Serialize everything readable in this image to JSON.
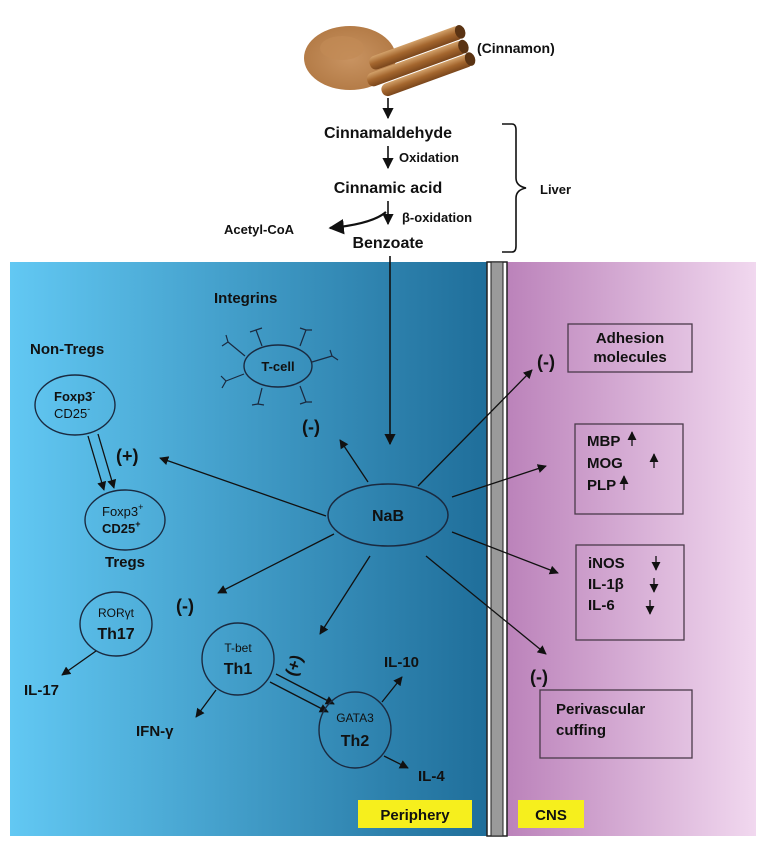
{
  "top": {
    "cinnamon_label": "(Cinnamon)",
    "cinnamaldehyde": "Cinnamaldehyde",
    "oxidation": "Oxidation",
    "cinnamic_acid": "Cinnamic acid",
    "beta_oxidation": "β-oxidation",
    "acetyl_coa": "Acetyl-CoA",
    "benzoate": "Benzoate",
    "liver": "Liver"
  },
  "periphery": {
    "integrins": "Integrins",
    "tcell": "T-cell",
    "tcell_effect": "(-)",
    "non_tregs": "Non-Tregs",
    "nontreg_foxp3": "Foxp3",
    "nontreg_foxp3_sup": "-",
    "nontreg_cd25": "CD25",
    "nontreg_cd25_sup": "-",
    "treg_effect": "(+)",
    "treg_foxp3": "Foxp3",
    "treg_foxp3_sup": "+",
    "treg_cd25": "CD25",
    "treg_cd25_sup": "+",
    "tregs": "Tregs",
    "nab": "NaB",
    "th17_factor": "RORγt",
    "th17": "Th17",
    "th17_effect": "(-)",
    "il17": "IL-17",
    "th1_factor": "T-bet",
    "th1": "Th1",
    "ifng": "IFN-γ",
    "th2_effect": "(+)",
    "th2_factor": "GATA3",
    "th2": "Th2",
    "il10": "IL-10",
    "il4": "IL-4",
    "label": "Periphery"
  },
  "cns": {
    "adhesion_effect": "(-)",
    "adhesion_line1": "Adhesion",
    "adhesion_line2": "molecules",
    "mbp": "MBP",
    "mog": "MOG",
    "plp": "PLP",
    "inos": "iNOS",
    "il1b": "IL-1β",
    "il6": "IL-6",
    "cuffing_effect": "(-)",
    "cuffing_line1": "Perivascular",
    "cuffing_line2": "cuffing",
    "label": "CNS"
  },
  "colors": {
    "periphery_light": "#62c8f3",
    "periphery_dark": "#1f6e9a",
    "cns_dark": "#bb82ba",
    "cns_light": "#f1d8ef",
    "label_yellow": "#f6ef1d",
    "cinnamon": "#b5773c"
  }
}
